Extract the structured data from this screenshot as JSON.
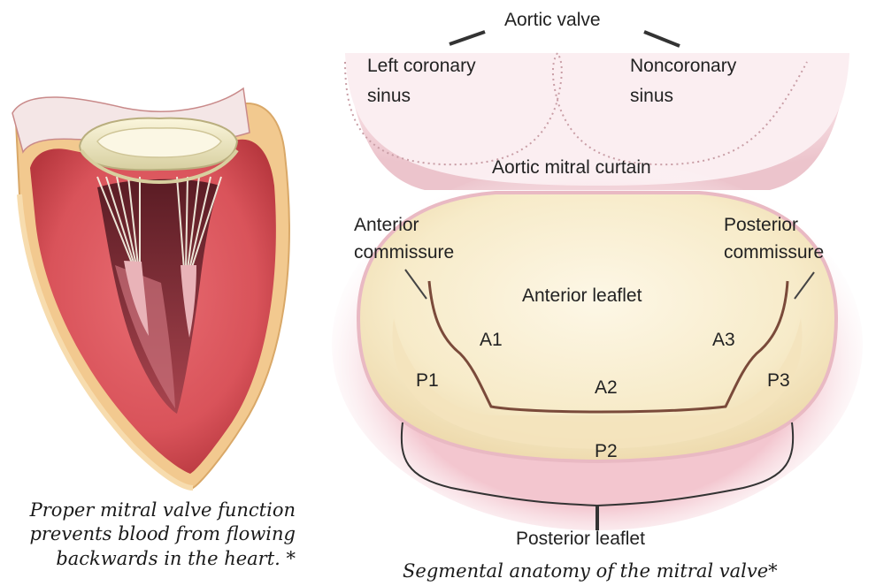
{
  "heart_figure": {
    "caption_lines": [
      "Proper mitral valve function",
      "prevents blood from flowing",
      "backwards in the heart. *"
    ]
  },
  "valve_figure": {
    "labels": {
      "aortic_valve": "Aortic valve",
      "left_coronary_line1": "Left coronary",
      "left_coronary_line2": "sinus",
      "noncoronary_line1": "Noncoronary",
      "noncoronary_line2": "sinus",
      "aortic_mitral_curtain": "Aortic mitral curtain",
      "anterior_commissure_line1": "Anterior",
      "anterior_commissure_line2": "commissure",
      "posterior_commissure_line1": "Posterior",
      "posterior_commissure_line2": "commissure",
      "anterior_leaflet": "Anterior leaflet",
      "a1": "A1",
      "a2": "A2",
      "a3": "A3",
      "p1": "P1",
      "p2": "P2",
      "p3": "P3",
      "posterior_leaflet": "Posterior leaflet"
    },
    "caption": "Segmental anatomy of the mitral valve*"
  },
  "colors": {
    "myocardium": "#d9535a",
    "pericardium": "#f2c98f",
    "valve_ring": "#efe6b8",
    "leaflet_tissue": "#f7ebc9",
    "aortic_tissue": "#f6dde2",
    "coaptation_line": "#7a4a3a"
  }
}
